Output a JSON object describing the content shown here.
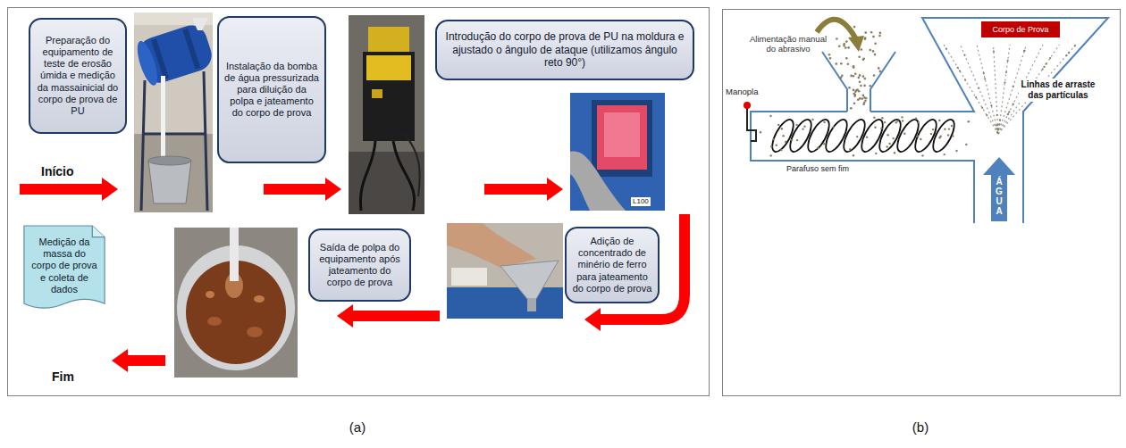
{
  "diagram": {
    "nodes": [
      {
        "text": [
          "Preparação do equipamento de teste de erosão úmida e medição da massainicial do corpo de prova de PU"
        ]
      },
      {
        "text": [
          "Instalação da bomba de água pressurizada para diluição da polpa e jateamento do corpo de prova"
        ]
      },
      {
        "text": [
          "Introdução do corpo de prova de PU na moldura e ajustado o ângulo de ataque (utilizamos ângulo reto 90°)"
        ]
      },
      {
        "text": [
          "Adição de concentrado de minério de ferro para jateamento do corpo de prova"
        ]
      },
      {
        "text": [
          "Saída de polpa do equipamento após jateamento do corpo de prova"
        ]
      },
      {
        "text": [
          "Medição da massa do corpo de prova e coleta de dados"
        ]
      },
      {
        "text": [
          "Corpo de Prova"
        ]
      },
      {
        "text": [
          "ÁGUA"
        ]
      }
    ],
    "labels": [
      "Início",
      "L100",
      "Fim",
      "Alimentação manual do abrasivo",
      "Manopla",
      "Linhas de arraste das partículas",
      "Parafuso sem fim",
      "(a)",
      "(b)"
    ]
  }
}
